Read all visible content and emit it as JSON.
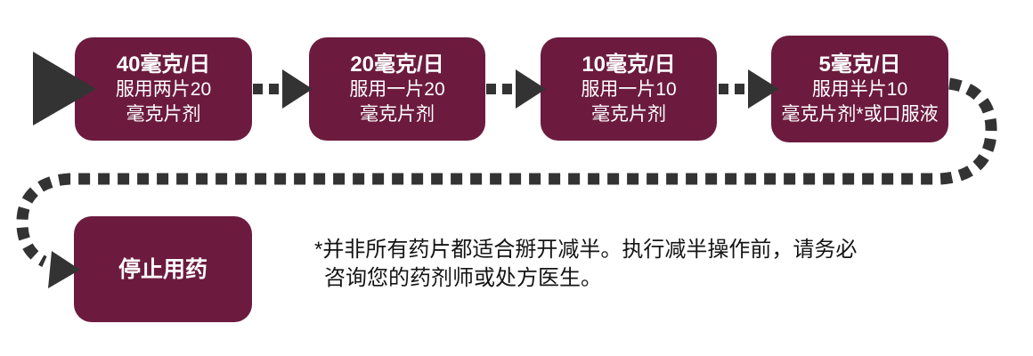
{
  "diagram": {
    "steps": [
      {
        "heading": "40毫克/日",
        "line1": "服用两片20",
        "line2": "毫克片剂"
      },
      {
        "heading": "20毫克/日",
        "line1": "服用一片20",
        "line2": "毫克片剂"
      },
      {
        "heading": "10毫克/日",
        "line1": "服用一片10",
        "line2": "毫克片剂"
      },
      {
        "heading": "5毫克/日",
        "line1": "服用半片10",
        "line2": "毫克片剂*或口服液"
      }
    ],
    "stop": {
      "label": "停止用药"
    },
    "footnote": {
      "line1": "*并非所有药片都适合掰开减半。执行减半操作前，请务必",
      "line2": "咨询您的药剂师或处方医生。"
    },
    "icons": {
      "start": "right-pointing-triangle",
      "connectors": "dashed-square-line-with-arrowhead",
      "loop": "dashed-curved-path-to-stop"
    },
    "colors": {
      "box_fill": "#6C1B3E",
      "arrow_fill": "#333333",
      "box_text": "#FFFFFF",
      "footnote_text": "#141414",
      "background": "#FFFFFF"
    }
  }
}
